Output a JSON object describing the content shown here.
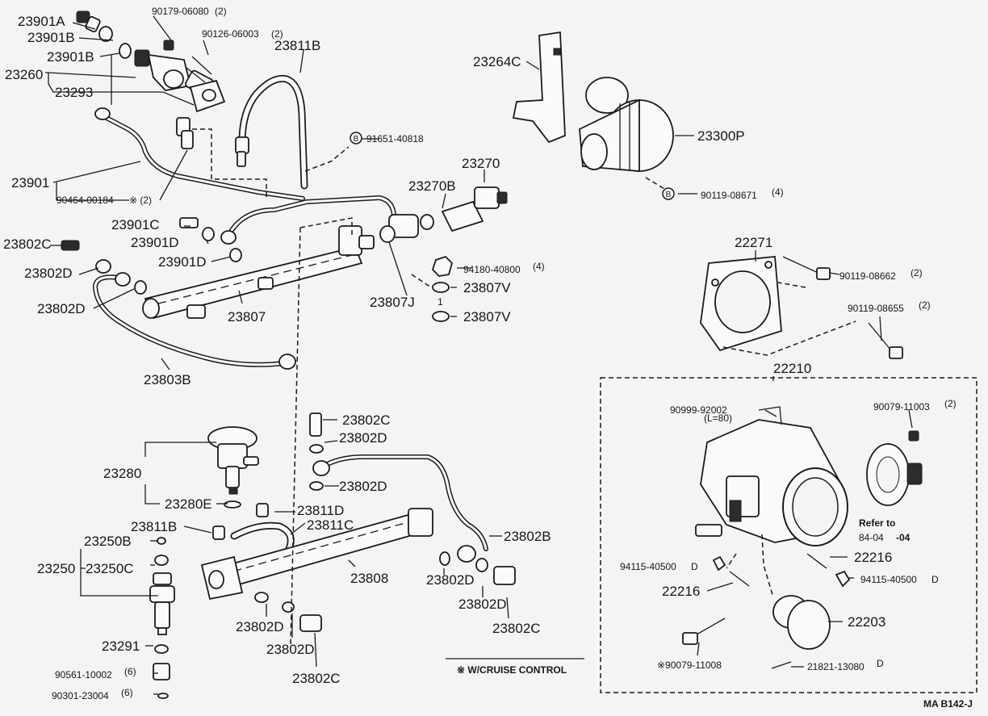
{
  "diagram": {
    "figure_code": "MA B142-J",
    "footnote": "※ W/CRUISE CONTROL",
    "note": {
      "line1": "Refer to",
      "line2": "84-04",
      "line3": "-04"
    },
    "bolt_marker": "B",
    "labels": {
      "p23901A": "23901A",
      "p23901B_1": "23901B",
      "p23901B_2": "23901B",
      "p23260": "23260",
      "p23293": "23293",
      "p90179": "90179-06080",
      "p90179_q": "(2)",
      "p90126": "90126-06003",
      "p90126_q": "(2)",
      "p23811B_top": "23811B",
      "p23901": "23901",
      "p90464": "90464-00184",
      "p90464_q": "※ (2)",
      "p91651": "91651-40818",
      "p23270": "23270",
      "p23270B": "23270B",
      "p23901C": "23901C",
      "p23901D_1": "23901D",
      "p23901D_2": "23901D",
      "p23802C_1": "23802C",
      "p23802D_1": "23802D",
      "p23802D_2": "23802D",
      "p23807": "23807",
      "p23807J": "23807J",
      "p94180": "94180-40800",
      "p94180_q": "(4)",
      "p23807V_1": "23807V",
      "p23807V_2": "23807V",
      "p23807V_num": "1",
      "p23803B": "23803B",
      "p23264C": "23264C",
      "p23300P": "23300P",
      "p90119_08671": "90119-08671",
      "p90119_08671_q": "(4)",
      "p22271": "22271",
      "p90119_08662": "90119-08662",
      "p90119_08662_q": "(2)",
      "p90119_08655": "90119-08655",
      "p90119_08655_q": "(2)",
      "p22210": "22210",
      "p90999": "90999-92002",
      "p90999_len": "(L=80)",
      "p90079_11003": "90079-11003",
      "p90079_11003_q": "(2)",
      "p94115_1": "94115-40500",
      "p94115_1_s": "D",
      "p22216_1": "22216",
      "p22216_2": "22216",
      "p94115_2": "94115-40500",
      "p94115_2_s": "D",
      "p22203": "22203",
      "p90079_11008": "※90079-11008",
      "p21821": "21821-13080",
      "p21821_s": "D",
      "p23802C_2": "23802C",
      "p23802D_3": "23802D",
      "p23280": "23280",
      "p23802D_4": "23802D",
      "p23280E": "23280E",
      "p23811D": "23811D",
      "p23811B_low": "23811B",
      "p23811C": "23811C",
      "p23802B": "23802B",
      "p23250B": "23250B",
      "p23250": "23250",
      "p23250C": "23250C",
      "p23808": "23808",
      "p23802D_5": "23802D",
      "p23802D_6": "23802D",
      "p23802D_7": "23802D",
      "p23802D_8": "23802D",
      "p23802C_3": "23802C",
      "p23802C_4": "23802C",
      "p23291": "23291",
      "p90561": "90561-10002",
      "p90561_q": "(6)",
      "p90301": "90301-23004",
      "p90301_q": "(6)"
    }
  }
}
